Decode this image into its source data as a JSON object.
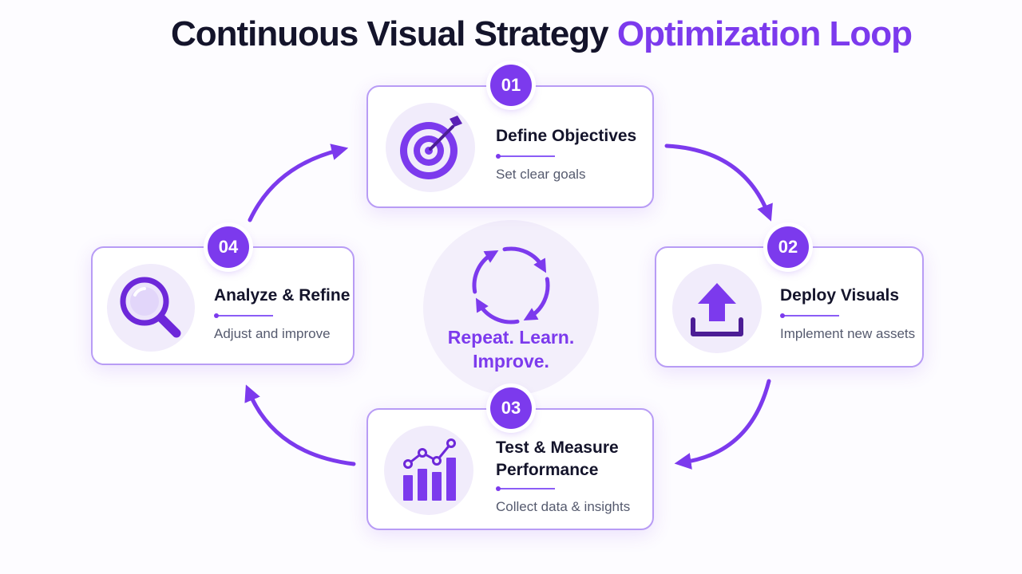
{
  "title": {
    "main": "Continuous Visual Strategy",
    "accent": "Optimization Loop"
  },
  "steps": [
    {
      "number": "01",
      "title": "Define Objectives",
      "description": "Set clear goals",
      "icon": "target-icon"
    },
    {
      "number": "02",
      "title": "Deploy Visuals",
      "description": "Implement new assets",
      "icon": "upload-icon"
    },
    {
      "number": "03",
      "title_line1": "Test & Measure",
      "title_line2": "Performance",
      "description": "Collect data & insights",
      "icon": "chart-icon"
    },
    {
      "number": "04",
      "title": "Analyze & Refine",
      "description": "Adjust and improve",
      "icon": "magnifier-icon"
    }
  ],
  "center": {
    "line1": "Repeat. Learn.",
    "line2": "Improve.",
    "icon": "cycle-icon"
  },
  "colors": {
    "accent": "#7c3aed",
    "border": "#b89cf5",
    "text": "#14142b",
    "muted": "#555a6e",
    "soft": "#f1ecfb"
  }
}
